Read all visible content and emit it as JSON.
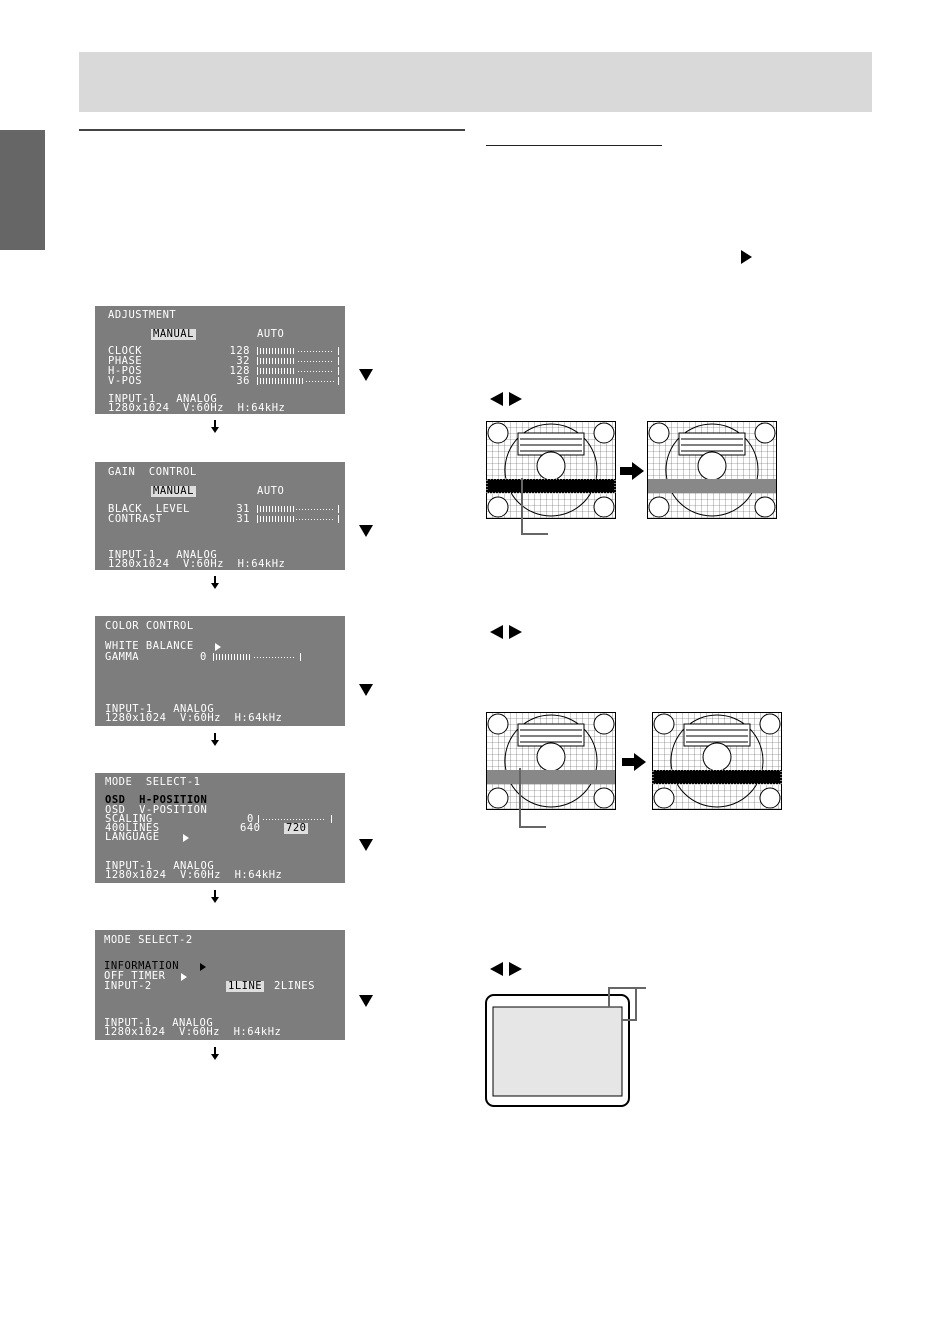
{
  "osd_adjustment": {
    "title": "ADJUSTMENT",
    "manual": "MANUAL",
    "auto": "AUTO",
    "rows": [
      {
        "label": "CLOCK",
        "value": "128",
        "level": 0.5
      },
      {
        "label": "PHASE",
        "value": "32",
        "level": 0.5
      },
      {
        "label": "H-POS",
        "value": "128",
        "level": 0.5
      },
      {
        "label": "V-POS",
        "value": "36",
        "level": 0.6
      }
    ],
    "input": "INPUT-1   ANALOG",
    "res": "1280x1024  V:60Hz  H:64kHz"
  },
  "osd_gain": {
    "title": "GAIN  CONTROL",
    "manual": "MANUAL",
    "auto": "AUTO",
    "rows": [
      {
        "label": "BLACK  LEVEL",
        "value": "31",
        "level": 0.48
      },
      {
        "label": "CONTRAST",
        "value": "31",
        "level": 0.48
      }
    ],
    "input": "INPUT-1   ANALOG",
    "res": "1280x1024  V:60Hz  H:64kHz"
  },
  "osd_color": {
    "title": "COLOR CONTROL",
    "white_balance": "WHITE BALANCE",
    "gamma_label": "GAMMA",
    "gamma_value": "0",
    "gamma_level": 0.45,
    "input": "INPUT-1   ANALOG",
    "res": "1280x1024  V:60Hz  H:64kHz"
  },
  "osd_mode1": {
    "title": "MODE  SELECT-1",
    "osd_h": "OSD  H-POSITION",
    "osd_v": "OSD  V-POSITION",
    "scaling": "SCALING",
    "scaling_value": "0",
    "lines_label": "400LINES",
    "lines_a": "640",
    "lines_b": "720",
    "language": "LANGUAGE",
    "input": "INPUT-1   ANALOG",
    "res": "1280x1024  V:60Hz  H:64kHz"
  },
  "osd_mode2": {
    "title": "MODE SELECT-2",
    "information": "INFORMATION",
    "off_timer": "OFF TIMER",
    "input2": "INPUT-2",
    "opt_a": "1LINE",
    "opt_b": "2LINES",
    "input": "INPUT-1   ANALOG",
    "res": "1280x1024  V:60Hz  H:64kHz"
  },
  "icons": {
    "down_arrow": "arrow-down-icon",
    "down_triangle": "triangle-down-icon",
    "right_triangle": "triangle-right-icon",
    "left_right": "left-right-triangles-icon",
    "bold_arrow": "bold-right-arrow-icon"
  },
  "colors": {
    "osd_bg": "#7d7d7d",
    "header_band": "#d9d9d9",
    "side_tab": "#666666"
  }
}
